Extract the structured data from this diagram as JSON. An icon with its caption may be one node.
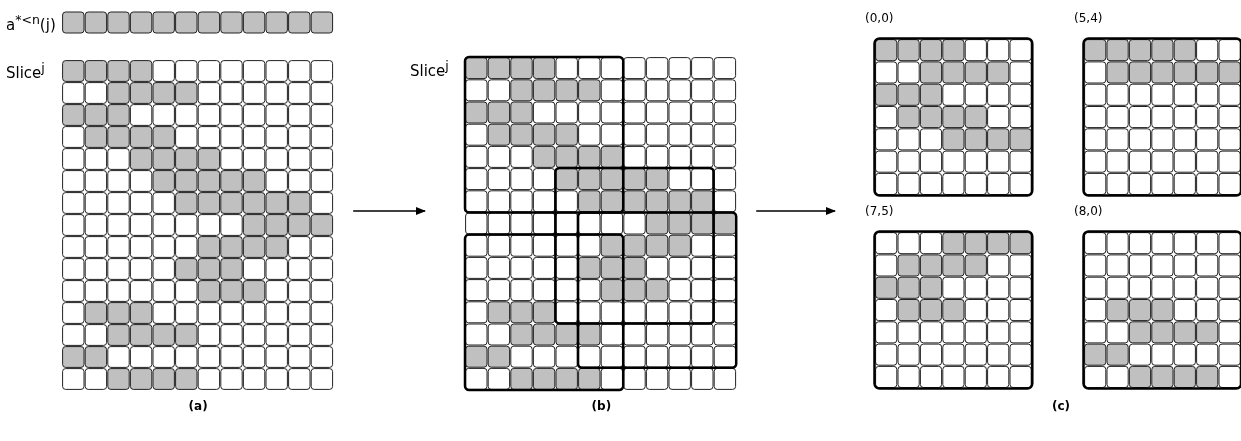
{
  "diagram": {
    "nodes": [
      {
        "text": [],
        "shape": "grid",
        "beside": [
          "(a)"
        ]
      },
      {
        "text": [],
        "shape": "grid",
        "beside": [
          "(b)"
        ]
      },
      {
        "text": [
          "(0,0)"
        ]
      },
      {
        "text": [
          "(5,4)"
        ]
      },
      {
        "text": [
          "(7,5)"
        ]
      },
      {
        "text": [
          "(8,0)"
        ]
      }
    ],
    "edges": [
      {
        "from": 0,
        "to": 1,
        "arrow": "to"
      },
      {
        "from": 1,
        "to": 4,
        "arrow": "to"
      }
    ],
    "labels": [
      "a$^{*<n}$(j)",
      "Slice$^{j}$",
      "Slice$^{j}$",
      "(c)"
    ]
  }
}
